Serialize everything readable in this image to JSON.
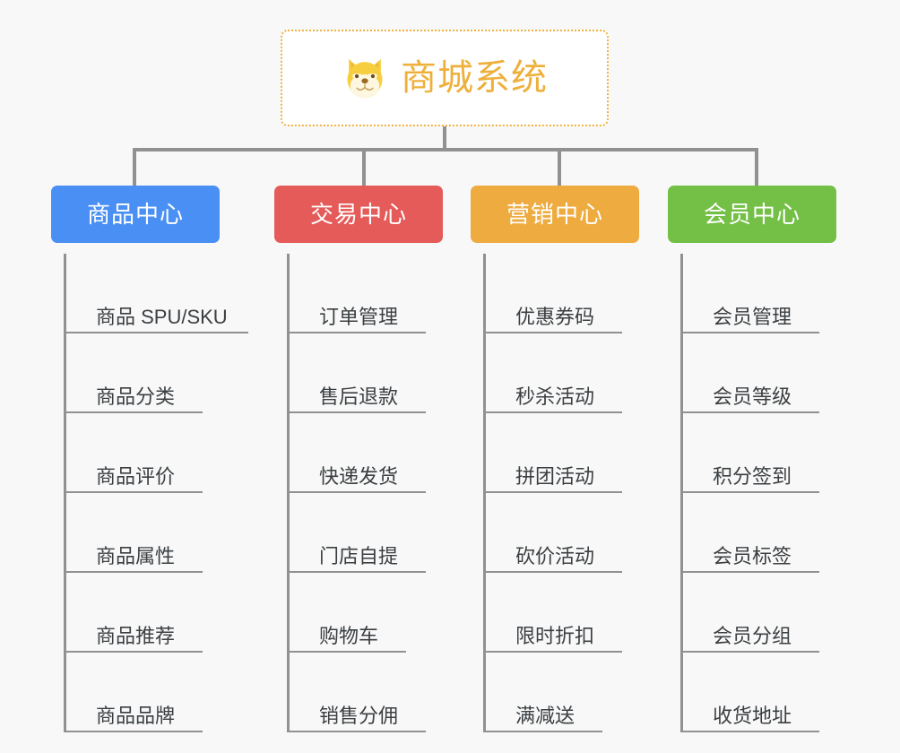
{
  "root": {
    "title": "商城系统",
    "icon": "shiba-inu-dog-face-emoji",
    "border_color": "#efb13f",
    "text_color": "#eeb03c"
  },
  "theme": {
    "background": "#f8f8f8",
    "connector_color": "#919191",
    "leaf_text_color": "#3b3f42"
  },
  "columns": [
    {
      "title": "商品中心",
      "color": "#4a90f4",
      "items": [
        {
          "label": "商品 SPU/SKU",
          "rule_width": 206
        },
        {
          "label": "商品分类",
          "rule_width": 155
        },
        {
          "label": "商品评价",
          "rule_width": 155
        },
        {
          "label": "商品属性",
          "rule_width": 155
        },
        {
          "label": "商品推荐",
          "rule_width": 155
        },
        {
          "label": "商品品牌",
          "rule_width": 155
        }
      ]
    },
    {
      "title": "交易中心",
      "color": "#e45b59",
      "items": [
        {
          "label": "订单管理",
          "rule_width": 155
        },
        {
          "label": "售后退款",
          "rule_width": 155
        },
        {
          "label": "快递发货",
          "rule_width": 155
        },
        {
          "label": "门店自提",
          "rule_width": 155
        },
        {
          "label": "购物车",
          "rule_width": 133
        },
        {
          "label": "销售分佣",
          "rule_width": 155
        }
      ]
    },
    {
      "title": "营销中心",
      "color": "#eeab3f",
      "items": [
        {
          "label": "优惠券码",
          "rule_width": 155
        },
        {
          "label": "秒杀活动",
          "rule_width": 155
        },
        {
          "label": "拼团活动",
          "rule_width": 155
        },
        {
          "label": "砍价活动",
          "rule_width": 155
        },
        {
          "label": "限时折扣",
          "rule_width": 155
        },
        {
          "label": "满减送",
          "rule_width": 133
        }
      ]
    },
    {
      "title": "会员中心",
      "color": "#74bf46",
      "items": [
        {
          "label": "会员管理",
          "rule_width": 155
        },
        {
          "label": "会员等级",
          "rule_width": 155
        },
        {
          "label": "积分签到",
          "rule_width": 155
        },
        {
          "label": "会员标签",
          "rule_width": 155
        },
        {
          "label": "会员分组",
          "rule_width": 155
        },
        {
          "label": "收货地址",
          "rule_width": 155
        }
      ]
    }
  ],
  "layout": {
    "column_left": [
      57,
      306,
      525,
      745
    ],
    "drop_left": [
      148,
      404,
      622,
      842
    ]
  }
}
